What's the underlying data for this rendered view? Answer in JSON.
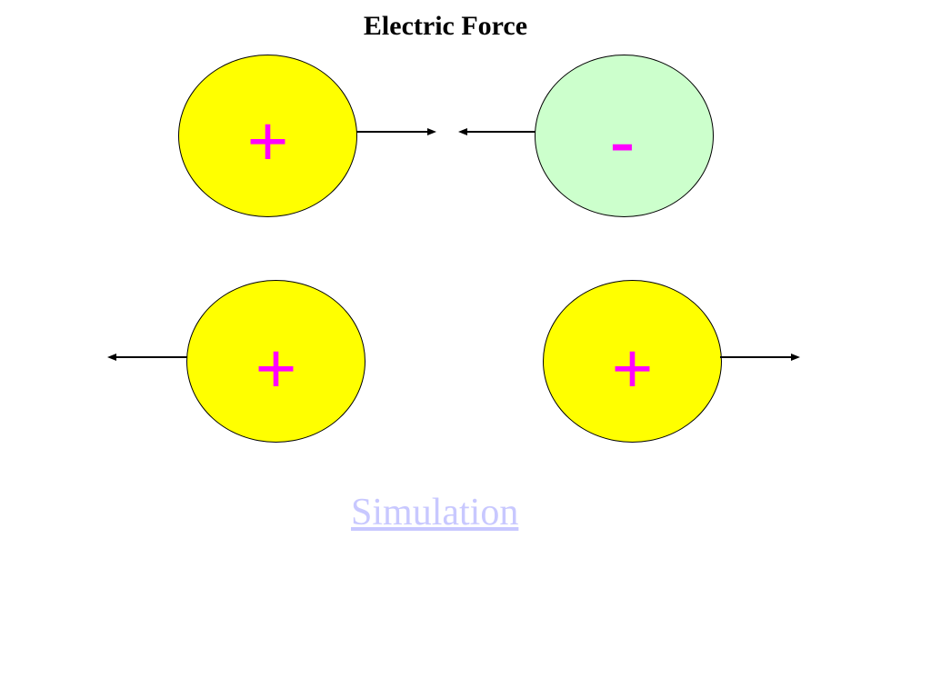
{
  "title": "Electric Force",
  "colors": {
    "positive_fill": "#ffff00",
    "negative_fill": "#ccffcc",
    "sign_color": "#ff00ff",
    "link_color": "#c8c8ff",
    "arrow_color": "#000000"
  },
  "rows": [
    {
      "interaction": "attraction",
      "left_charge": {
        "sign": "+",
        "polarity": "positive"
      },
      "right_charge": {
        "sign": "-",
        "polarity": "negative"
      },
      "force_arrows": [
        "toward-each-other"
      ]
    },
    {
      "interaction": "repulsion",
      "left_charge": {
        "sign": "+",
        "polarity": "positive"
      },
      "right_charge": {
        "sign": "+",
        "polarity": "positive"
      },
      "force_arrows": [
        "away-from-each-other"
      ]
    }
  ],
  "link": {
    "label": "Simulation"
  }
}
